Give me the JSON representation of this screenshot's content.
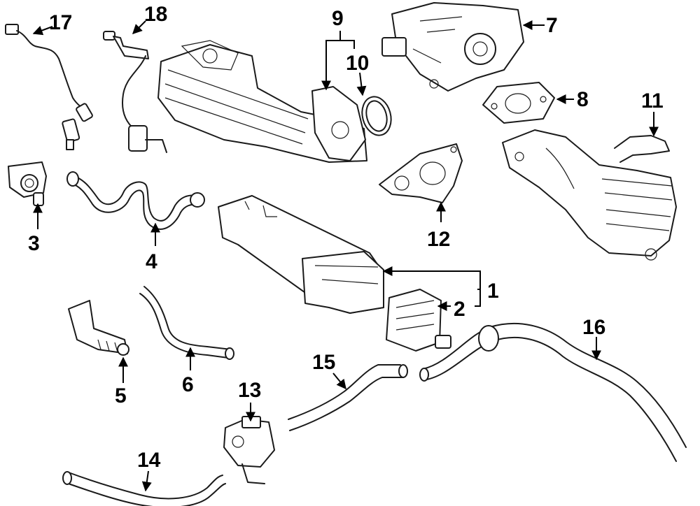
{
  "diagram": {
    "callouts": [
      {
        "id": "c1",
        "label": "1"
      },
      {
        "id": "c2",
        "label": "2"
      },
      {
        "id": "c3",
        "label": "3"
      },
      {
        "id": "c4",
        "label": "4"
      },
      {
        "id": "c5",
        "label": "5"
      },
      {
        "id": "c6",
        "label": "6"
      },
      {
        "id": "c7",
        "label": "7"
      },
      {
        "id": "c8",
        "label": "8"
      },
      {
        "id": "c9",
        "label": "9"
      },
      {
        "id": "c10",
        "label": "10"
      },
      {
        "id": "c11",
        "label": "11"
      },
      {
        "id": "c12",
        "label": "12"
      },
      {
        "id": "c13",
        "label": "13"
      },
      {
        "id": "c14",
        "label": "14"
      },
      {
        "id": "c15",
        "label": "15"
      },
      {
        "id": "c16",
        "label": "16"
      },
      {
        "id": "c17",
        "label": "17"
      },
      {
        "id": "c18",
        "label": "18"
      }
    ],
    "colors": {
      "line": "#1a1a1a",
      "background": "#ffffff"
    }
  }
}
